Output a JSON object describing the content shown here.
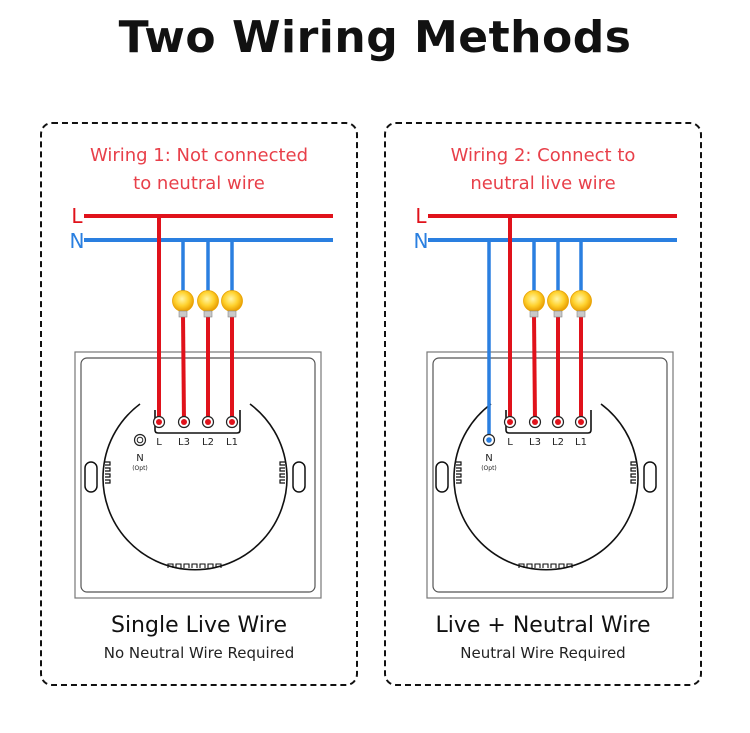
{
  "title": "Two Wiring Methods",
  "colors": {
    "live": "#e0121b",
    "neutral": "#2a7fe0",
    "caption": "#e8404a",
    "outline": "#111111"
  },
  "panels": [
    {
      "id": "single",
      "caption_line1": "Wiring 1:  Not connected",
      "caption_line2": "to neutral wire",
      "live_label": "L",
      "neutral_label": "N",
      "terminals": [
        "L",
        "L3",
        "L2",
        "L1"
      ],
      "n_terminal": "N",
      "n_terminal_note": "(Opt)",
      "neutral_connected": false,
      "bulbs": 3,
      "footer_title": "Single Live Wire",
      "footer_subtitle": "No Neutral Wire Required"
    },
    {
      "id": "neutral",
      "caption_line1": "Wiring 2: Connect to",
      "caption_line2": "neutral live wire",
      "live_label": "L",
      "neutral_label": "N",
      "terminals": [
        "L",
        "L3",
        "L2",
        "L1"
      ],
      "n_terminal": "N",
      "n_terminal_note": "(Opt)",
      "neutral_connected": true,
      "bulbs": 3,
      "footer_title": "Live + Neutral Wire",
      "footer_subtitle": "Neutral Wire Required"
    }
  ]
}
